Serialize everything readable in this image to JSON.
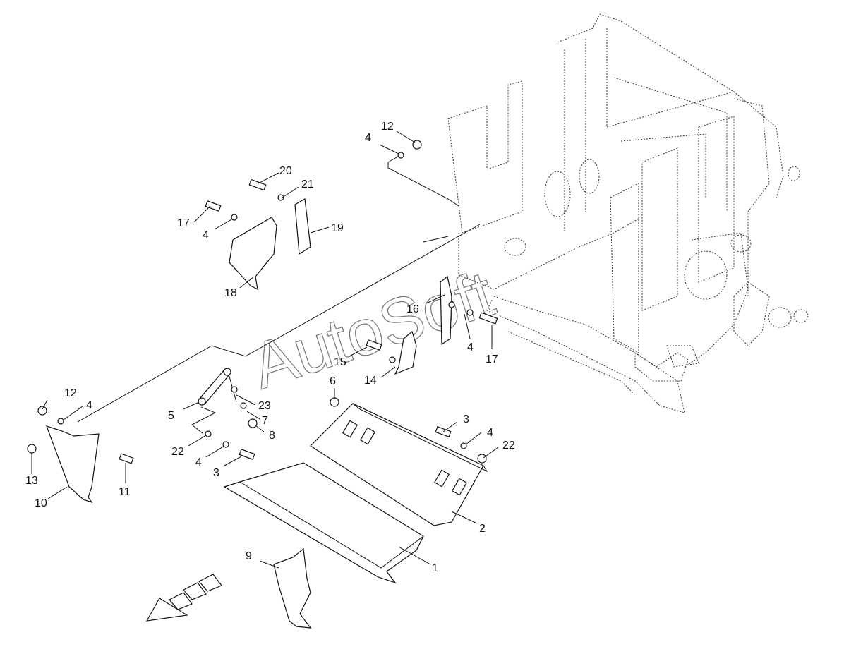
{
  "watermark": "AutoSoft",
  "callouts": [
    {
      "id": "c1",
      "text": "1"
    },
    {
      "id": "c2",
      "text": "2"
    },
    {
      "id": "c3a",
      "text": "3"
    },
    {
      "id": "c3b",
      "text": "3"
    },
    {
      "id": "c4a",
      "text": "4"
    },
    {
      "id": "c4b",
      "text": "4"
    },
    {
      "id": "c4c",
      "text": "4"
    },
    {
      "id": "c4d",
      "text": "4"
    },
    {
      "id": "c4e",
      "text": "4"
    },
    {
      "id": "c4f",
      "text": "4"
    },
    {
      "id": "c5",
      "text": "5"
    },
    {
      "id": "c6",
      "text": "6"
    },
    {
      "id": "c7",
      "text": "7"
    },
    {
      "id": "c8",
      "text": "8"
    },
    {
      "id": "c9",
      "text": "9"
    },
    {
      "id": "c10",
      "text": "10"
    },
    {
      "id": "c11",
      "text": "11"
    },
    {
      "id": "c12a",
      "text": "12"
    },
    {
      "id": "c12b",
      "text": "12"
    },
    {
      "id": "c13",
      "text": "13"
    },
    {
      "id": "c14",
      "text": "14"
    },
    {
      "id": "c15",
      "text": "15"
    },
    {
      "id": "c16",
      "text": "16"
    },
    {
      "id": "c17a",
      "text": "17"
    },
    {
      "id": "c17b",
      "text": "17"
    },
    {
      "id": "c18",
      "text": "18"
    },
    {
      "id": "c19",
      "text": "19"
    },
    {
      "id": "c20",
      "text": "20"
    },
    {
      "id": "c21",
      "text": "21"
    },
    {
      "id": "c22a",
      "text": "22"
    },
    {
      "id": "c22b",
      "text": "22"
    },
    {
      "id": "c23",
      "text": "23"
    }
  ]
}
